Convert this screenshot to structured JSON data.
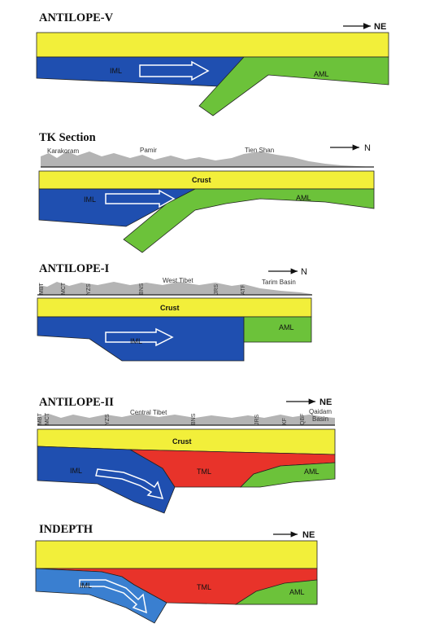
{
  "colors": {
    "crust": "#f2ef3a",
    "iml": "#1f4fb0",
    "aml": "#6cc23a",
    "tml": "#e8332a",
    "topo": "#b4b4b4",
    "line": "#222222"
  },
  "p1": {
    "title": "ANTILOPE-V",
    "dir": "NE",
    "iml": "IML",
    "aml": "AML"
  },
  "p2": {
    "title": "TK Section",
    "dir": "N",
    "places": [
      "Karakoram",
      "Pamir",
      "Tien Shan"
    ],
    "crust": "Crust",
    "iml": "IML",
    "aml": "AML"
  },
  "p3": {
    "title": "ANTILOPE-I",
    "dir": "N",
    "ticks": [
      "MBT",
      "MCT",
      "YZS",
      "BNS",
      "JRS",
      "ATF"
    ],
    "region": "West Tibet",
    "basin": "Tarim Basin",
    "crust": "Crust",
    "iml": "IML",
    "aml": "AML"
  },
  "p4": {
    "title": "ANTILOPE-II",
    "dir": "NE",
    "ticks": [
      "MBT",
      "MCT",
      "YZS",
      "BNS",
      "JRS",
      "KF",
      "QBF"
    ],
    "region": "Central Tibet",
    "basin1": "Qaidam",
    "basin2": "Basin",
    "crust": "Crust",
    "iml": "IML",
    "tml": "TML",
    "aml": "AML"
  },
  "p5": {
    "title": "INDEPTH",
    "dir": "NE",
    "iml": "IML",
    "tml": "TML",
    "aml": "AML"
  }
}
